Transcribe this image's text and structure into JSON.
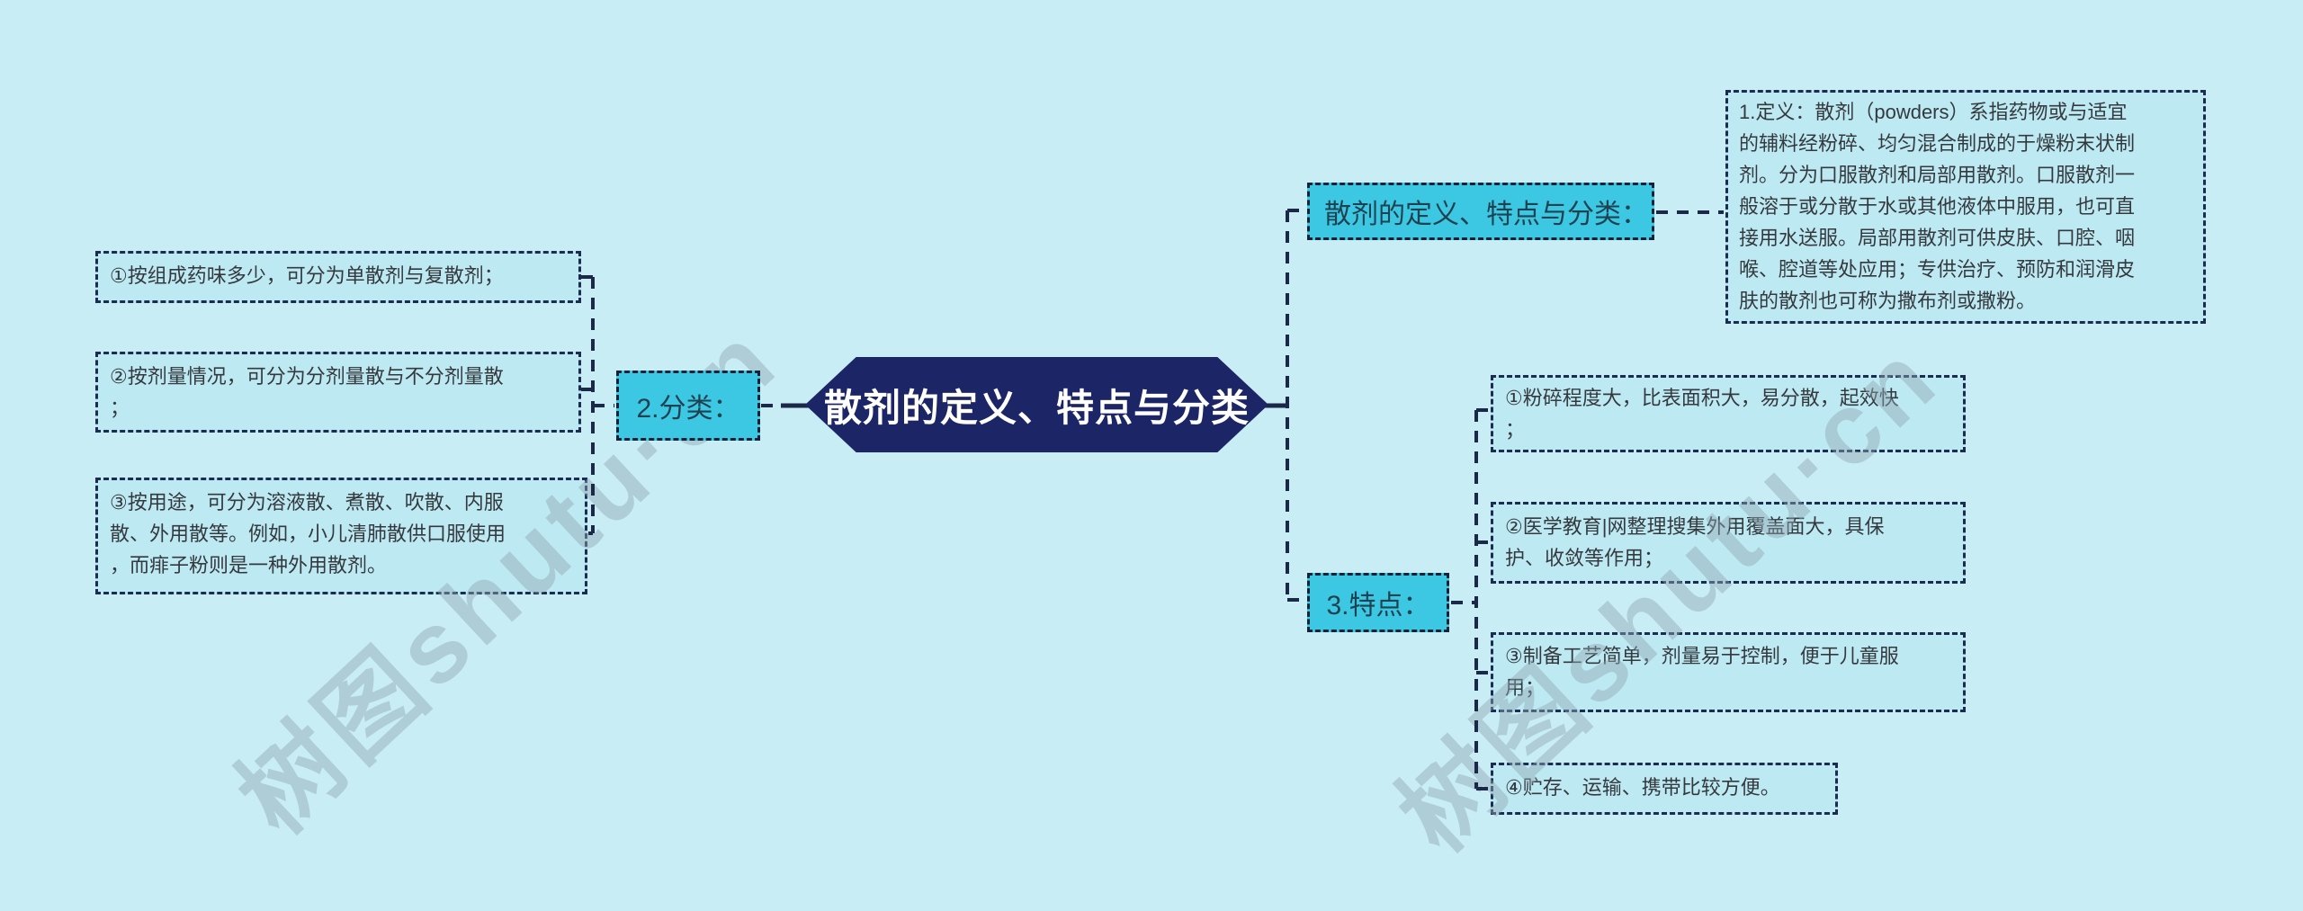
{
  "central_node": {
    "label": "散剂的定义、特点与分类"
  },
  "classification": {
    "node_label": "2.分类：",
    "items": [
      {
        "lines": [
          "①按组成药味多少，可分为单散剂与复散剂；"
        ]
      },
      {
        "lines": [
          "②按剂量情况，可分为分剂量散与不分剂量散",
          "；"
        ]
      },
      {
        "lines": [
          "③按用途，可分为溶液散、煮散、吹散、内服",
          "散、外用散等。例如，小儿清肺散供口服使用",
          "，而痱子粉则是一种外用散剂。"
        ]
      }
    ]
  },
  "overview_node": {
    "label": "散剂的定义、特点与分类："
  },
  "definition": {
    "lines": [
      "1.定义：散剂（powders）系指药物或与适宜",
      "的辅料经粉碎、均匀混合制成的于燥粉末状制",
      "剂。分为口服散剂和局部用散剂。口服散剂一",
      "般溶于或分散于水或其他液体中服用，也可直",
      "接用水送服。局部用散剂可供皮肤、口腔、咽",
      "喉、腔道等处应用；专供治疗、预防和润滑皮",
      "肤的散剂也可称为撒布剂或撒粉。"
    ]
  },
  "features": {
    "node_label": "3.特点：",
    "items": [
      {
        "lines": [
          "①粉碎程度大，比表面积大，易分散，起效快",
          "；"
        ]
      },
      {
        "lines": [
          "②医学教育|网整理搜集外用覆盖面大，具保",
          "护、收敛等作用；"
        ]
      },
      {
        "lines": [
          "③制备工艺简单，剂量易于控制，便于儿童服",
          "用；"
        ]
      },
      {
        "lines": [
          "④贮存、运输、携带比较方便。"
        ]
      }
    ]
  },
  "watermark": {
    "text": "树图shutu·cn"
  },
  "colors": {
    "background": "#c9edf5",
    "box_fill": "#bde9f2",
    "node_fill": "#3cc7e3",
    "central_fill": "#1c2566",
    "dash_navy": "#1b2847"
  }
}
